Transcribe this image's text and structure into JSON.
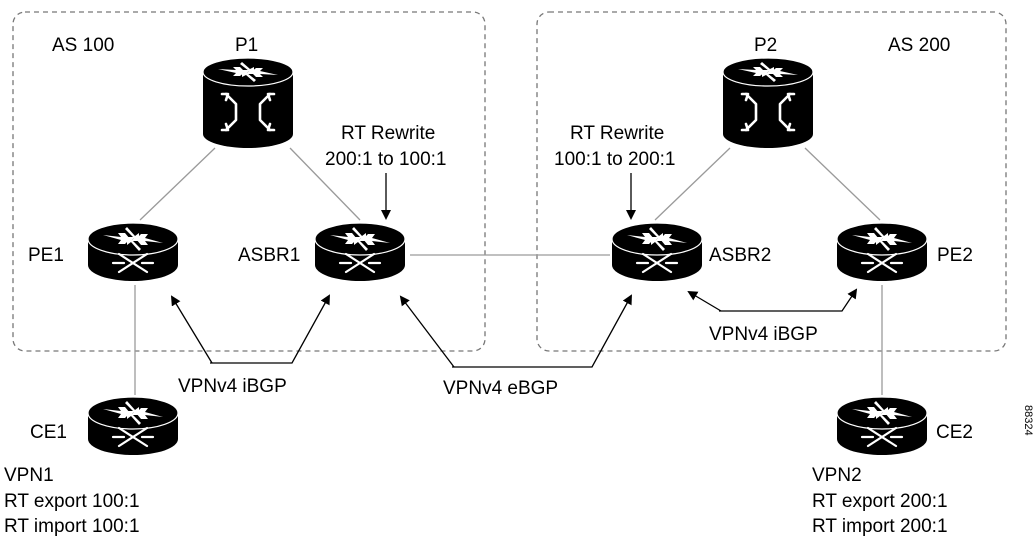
{
  "as_domains": [
    {
      "name": "AS 100"
    },
    {
      "name": "AS 200"
    }
  ],
  "routers": {
    "p1": "P1",
    "p2": "P2",
    "pe1": "PE1",
    "pe2": "PE2",
    "asbr1": "ASBR1",
    "asbr2": "ASBR2",
    "ce1": "CE1",
    "ce2": "CE2"
  },
  "rt_rewrite_left": {
    "title": "RT Rewrite",
    "rule": "200:1 to 100:1"
  },
  "rt_rewrite_right": {
    "title": "RT Rewrite",
    "rule": "100:1 to 200:1"
  },
  "sessions": {
    "ibgp_left": "VPNv4 iBGP",
    "ebgp": "VPNv4 eBGP",
    "ibgp_right": "VPNv4 iBGP"
  },
  "vpn1": {
    "name": "VPN1",
    "export": "RT export 100:1",
    "import": "RT import 100:1"
  },
  "vpn2": {
    "name": "VPN2",
    "export": "RT export 200:1",
    "import": "RT import 200:1"
  },
  "figure_id": "88324",
  "colors": {
    "router_body": "#000000",
    "line": "#9a9a9a",
    "dash": "#777777",
    "text": "#000000"
  }
}
